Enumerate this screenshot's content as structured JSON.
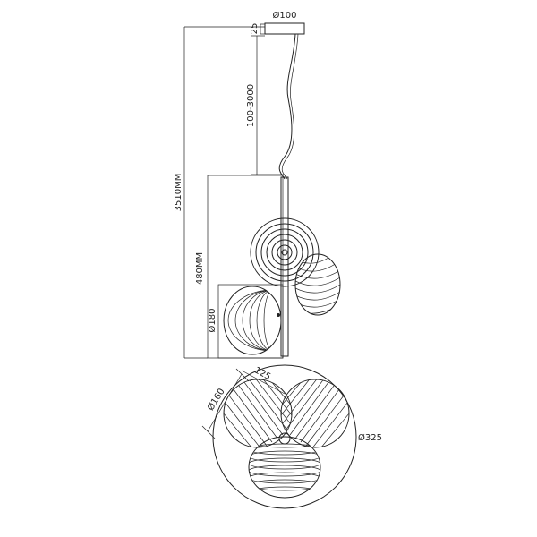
{
  "diagram": {
    "labels": {
      "canopy_diameter": "Ø100",
      "canopy_height": "25",
      "cable_length": "100-3000",
      "total_height": "3510MM",
      "fixture_height": "480MM",
      "shade_diameter_side": "Ø180",
      "shade_diameter_top": "Ø160",
      "shade_offset": "125",
      "overall_diameter": "Ø325"
    }
  }
}
